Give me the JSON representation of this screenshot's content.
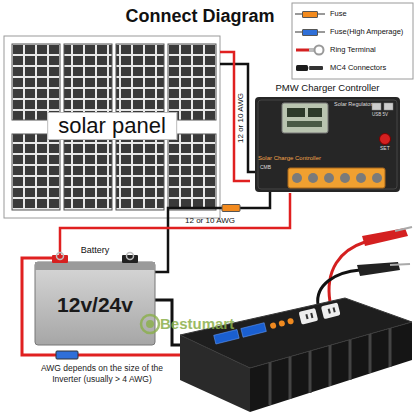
{
  "diagram": {
    "title": "Connect Diagram",
    "nodes": [
      {
        "text": [
          "solar panel"
        ]
      },
      {
        "text": [
          "PMW Charger Controller",
          "Solar Regulator",
          "USB 5V",
          "Solar Charge Controller",
          "CMB",
          "SET"
        ]
      },
      {
        "text": [
          "Battery",
          "12v/24v"
        ]
      }
    ],
    "edges": [
      {
        "from": 0,
        "to": 1,
        "arrow": "none",
        "label": "12 or 10 AWG"
      },
      {
        "from": 1,
        "to": 2,
        "arrow": "none",
        "label": "12 or 10 AWG"
      }
    ],
    "labels": [
      "AWG depends on the size of the Inverter (usually > 4 AWG)",
      "Bestumart"
    ],
    "legend": [
      {
        "text": "Fuse",
        "color": "#f28a1e"
      },
      {
        "text": "Fuse(High Amperage)",
        "color": "#2f6fd8"
      },
      {
        "text": "Ring Terminal"
      },
      {
        "text": "MC4 Connectors"
      }
    ]
  }
}
